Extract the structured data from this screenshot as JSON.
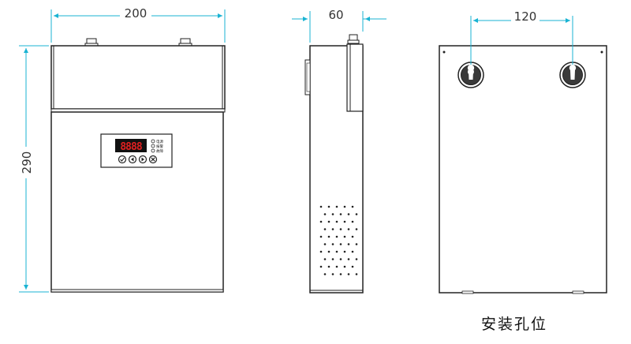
{
  "dimensions": {
    "front_width": "200",
    "front_height": "290",
    "side_depth": "60",
    "hole_spacing": "120"
  },
  "panel_leds": [
    "电源",
    "报警",
    "故障"
  ],
  "caption": "安装孔位",
  "colors": {
    "dimension_line": "#19b3d3",
    "outline": "#222222",
    "display_bg": "#111111",
    "display_digits": "#e02020"
  }
}
